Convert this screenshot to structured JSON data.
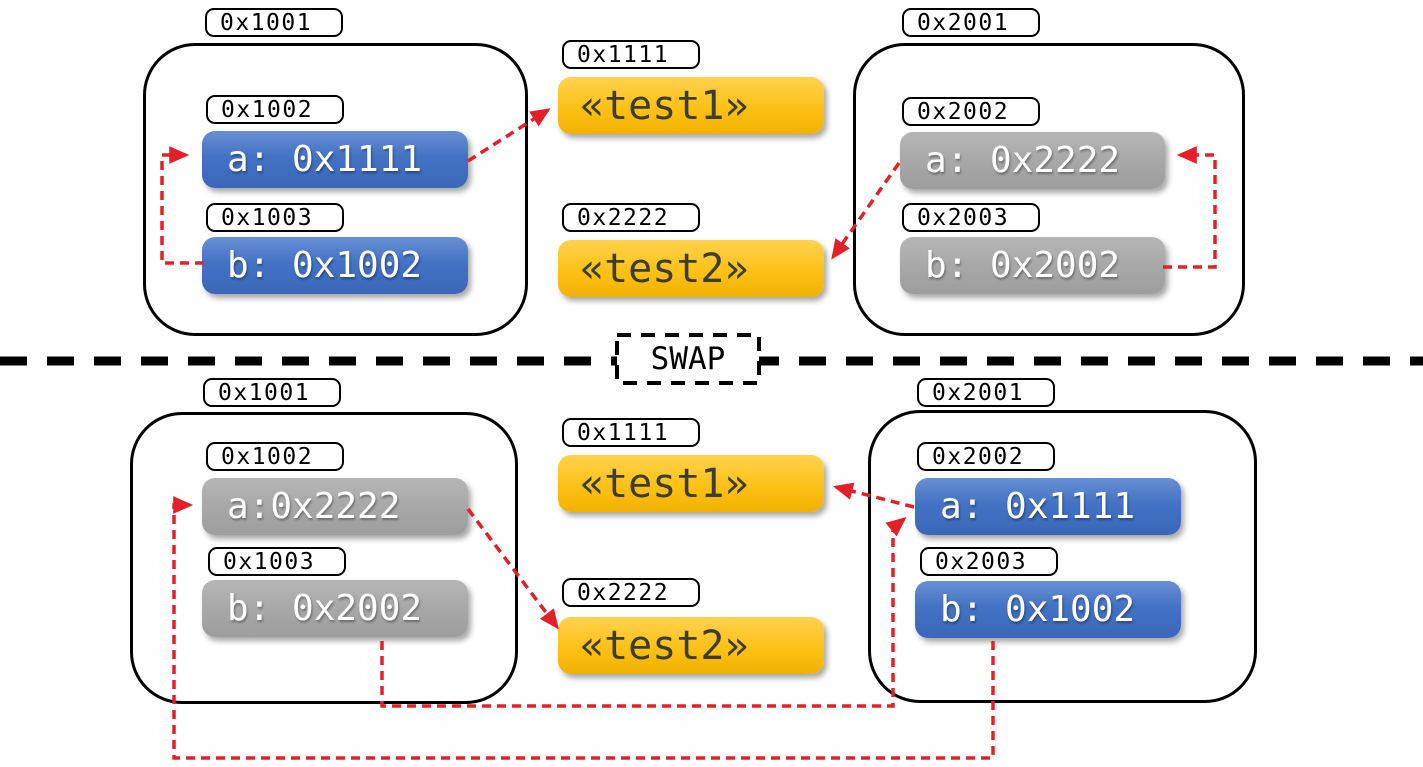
{
  "colors": {
    "pointer_arrow_red": "#e32027",
    "slot_blue": "#4472c4",
    "slot_gray": "#a6a6a6",
    "heap_yellow": "#fdc116",
    "ink": "#000000",
    "background": "#ffffff"
  },
  "divider": {
    "swap_label": "SWAP"
  },
  "before": {
    "left_frame": {
      "addr": "0x1001",
      "slot_a_addr": "0x1002",
      "slot_a_value": "a: 0x1111",
      "slot_b_addr": "0x1003",
      "slot_b_value": "b: 0x1002"
    },
    "heap": {
      "test1_addr": "0x1111",
      "test1_value": "«test1»",
      "test2_addr": "0x2222",
      "test2_value": "«test2»"
    },
    "right_frame": {
      "addr": "0x2001",
      "slot_a_addr": "0x2002",
      "slot_a_value": "a: 0x2222",
      "slot_b_addr": "0x2003",
      "slot_b_value": "b: 0x2002"
    },
    "relations": [
      "0x1003.b -> 0x1002 (slot a, same frame)",
      "0x1002.a -> 0x1111 («test1»)",
      "0x2003.b -> 0x2002 (slot a, same frame)",
      "0x2002.a -> 0x2222 («test2»)"
    ]
  },
  "after": {
    "left_frame": {
      "addr": "0x1001",
      "slot_a_addr": "0x1002",
      "slot_a_value": "a:0x2222",
      "slot_b_addr": "0x1003",
      "slot_b_value": "b: 0x2002"
    },
    "heap": {
      "test1_addr": "0x1111",
      "test1_value": "«test1»",
      "test2_addr": "0x2222",
      "test2_value": "«test2»"
    },
    "right_frame": {
      "addr": "0x2001",
      "slot_a_addr": "0x2002",
      "slot_a_value": "a: 0x1111",
      "slot_b_addr": "0x2003",
      "slot_b_value": "b: 0x1002"
    },
    "relations": [
      "0x1002.a -> 0x2222 («test2»)",
      "0x1003.b -> 0x2002 (slot a of right frame)",
      "0x2002.a -> 0x1111 («test1»)",
      "0x2003.b -> 0x1002 (slot a of left frame)"
    ]
  }
}
